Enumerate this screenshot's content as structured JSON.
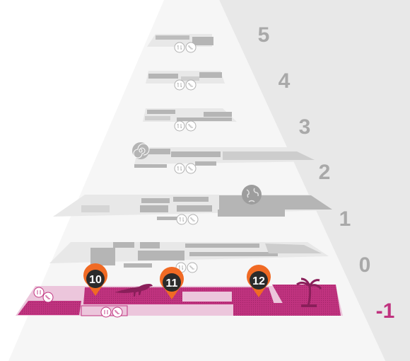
{
  "floors": [
    {
      "label": "5",
      "key": "floor-5"
    },
    {
      "label": "4",
      "key": "floor-4"
    },
    {
      "label": "3",
      "key": "floor-3"
    },
    {
      "label": "2",
      "key": "floor-2"
    },
    {
      "label": "1",
      "key": "floor-1"
    },
    {
      "label": "0",
      "key": "floor-0"
    },
    {
      "label": "-1",
      "key": "floor-minus-1",
      "active": true
    }
  ],
  "markers": [
    {
      "label": "10",
      "key": "marker-10"
    },
    {
      "label": "11",
      "key": "marker-11"
    },
    {
      "label": "12",
      "key": "marker-12"
    }
  ],
  "colors": {
    "active_floor": "#c0337f",
    "active_floor_light": "#ecc6dc",
    "inactive_floor": "#e6e6e6",
    "inactive_room": "#b5b5b5",
    "floor_label": "#a9a9a9",
    "marker_fill": "#f06a24",
    "marker_badge": "#2b2b2b",
    "sidebar": "#e8e8e8",
    "pyramid": "#f6f6f6"
  },
  "icons": [
    "elevator-icon",
    "stairs-icon",
    "ammonite-icon",
    "globe-icon",
    "dinosaur-icon",
    "palm-tree-icon",
    "map-pin-icon"
  ]
}
